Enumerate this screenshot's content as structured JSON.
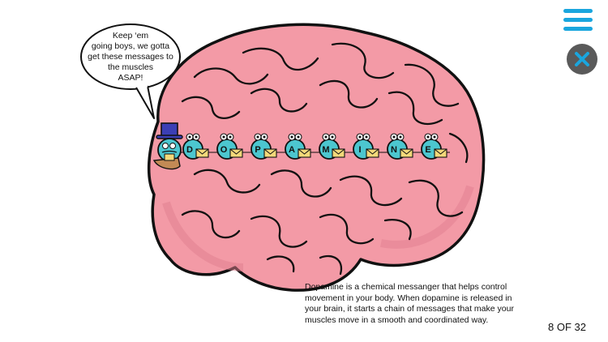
{
  "speech_bubble": {
    "text": "Keep ‘em\ngoing boys, we gotta\nget these messages to\nthe muscles\nASAP!"
  },
  "illustration": {
    "icons": [
      "brain-illustration",
      "conductor-character",
      "dopamine-molecule-character",
      "envelope-icon"
    ],
    "letters": [
      "D",
      "O",
      "P",
      "A",
      "M",
      "I",
      "N",
      "E"
    ]
  },
  "caption": {
    "text": "Dopamine is a chemical messanger that helps control movement in your body. When dopamine is released in your brain, it starts a chain of messages that make your muscles move in a smooth and coordinated way."
  },
  "pagination": {
    "label": "8 OF 32"
  },
  "controls": {
    "menu_icon": "hamburger-menu-icon",
    "close_icon": "close-icon"
  },
  "colors": {
    "accent": "#1aa6de",
    "close_button": "#5a5a5a",
    "brain_pink": "#f39aa6",
    "character_teal": "#4cc6cf",
    "envelope": "#f3d97a",
    "hat": "#3b3fb5"
  }
}
